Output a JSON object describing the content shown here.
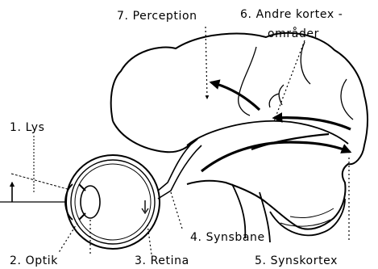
{
  "labels": {
    "lys": "1. Lys",
    "optik": "2. Optik",
    "retina": "3. Retina",
    "synsbane": "4. Synsbane",
    "synskortex": "5. Synskortex",
    "andre_kortex_line1": "6. Andre kortex -",
    "andre_kortex_line2": "områder",
    "perception": "7. Perception"
  },
  "colors": {
    "ink": "#000000",
    "background": "#ffffff"
  }
}
